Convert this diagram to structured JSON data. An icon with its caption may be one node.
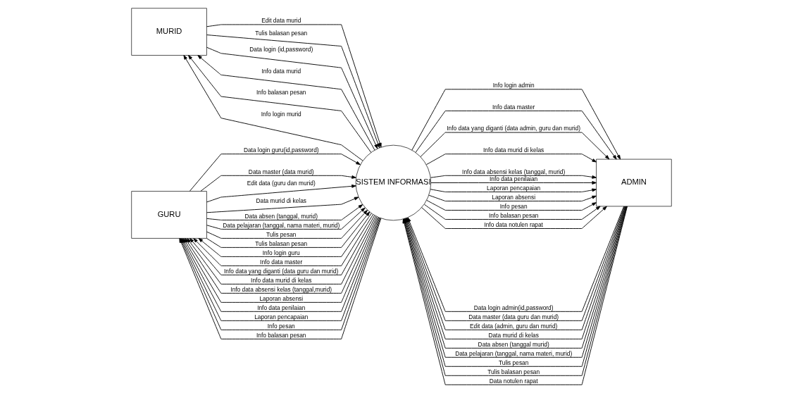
{
  "diagram": {
    "nodes": [
      {
        "text": [
          "MURID"
        ]
      },
      {
        "text": [
          "GURU"
        ]
      },
      {
        "text": [
          "SISTEM INFORMASI"
        ]
      },
      {
        "text": [
          "ADMIN"
        ]
      }
    ],
    "edges": [
      {
        "from": 0,
        "to": 2,
        "arrow": "to",
        "label": "Edit data murid"
      },
      {
        "from": 0,
        "to": 2,
        "arrow": "to",
        "label": "Tulis balasan pesan"
      },
      {
        "from": 0,
        "to": 2,
        "arrow": "to",
        "label": "Data login (id,password)"
      },
      {
        "from": 2,
        "to": 0,
        "arrow": "to",
        "label": "Info data murid"
      },
      {
        "from": 2,
        "to": 0,
        "arrow": "to",
        "label": "Info balasan pesan"
      },
      {
        "from": 2,
        "to": 0,
        "arrow": "to",
        "label": "Info login murid"
      },
      {
        "from": 1,
        "to": 2,
        "arrow": "to",
        "label": "Data login guru(id,password)"
      },
      {
        "from": 1,
        "to": 2,
        "arrow": "to",
        "label": "Data master (data murid)"
      },
      {
        "from": 1,
        "to": 2,
        "arrow": "to",
        "label": "Edit data (guru dan murid)"
      },
      {
        "from": 1,
        "to": 2,
        "arrow": "to",
        "label": "Data murid di kelas"
      },
      {
        "from": 1,
        "to": 2,
        "arrow": "to",
        "label": "Data absen (tanggal, murid)"
      },
      {
        "from": 1,
        "to": 2,
        "arrow": "to",
        "label": "Data pelajaran (tanggal, nama materi, murid)"
      },
      {
        "from": 1,
        "to": 2,
        "arrow": "to",
        "label": "Tulis pesan"
      },
      {
        "from": 1,
        "to": 2,
        "arrow": "to",
        "label": "Tulis balasan pesan"
      },
      {
        "from": 3,
        "to": 2,
        "arrow": "to",
        "label": "Data login admin(id,password)"
      },
      {
        "from": 3,
        "to": 2,
        "arrow": "to",
        "label": "Data master (data guru dan murid)"
      },
      {
        "from": 3,
        "to": 2,
        "arrow": "to",
        "label": "Edit data (admin, guru dan murid)"
      },
      {
        "from": 3,
        "to": 2,
        "arrow": "to",
        "label": "Data murid di kelas"
      },
      {
        "from": 3,
        "to": 2,
        "arrow": "to",
        "label": "Data absen (tanggal murid)"
      },
      {
        "from": 3,
        "to": 2,
        "arrow": "to",
        "label": "Data pelajaran (tanggal, nama materi, murid)"
      },
      {
        "from": 3,
        "to": 2,
        "arrow": "to",
        "label": "Tulis pesan"
      },
      {
        "from": 3,
        "to": 2,
        "arrow": "to",
        "label": "Tulis balasan pesan"
      },
      {
        "from": 3,
        "to": 2,
        "arrow": "to",
        "label": "Data notulen rapat"
      },
      {
        "from": 2,
        "to": 1,
        "arrow": "to",
        "label": "Info login guru"
      },
      {
        "from": 2,
        "to": 1,
        "arrow": "to",
        "label": "Info data master"
      },
      {
        "from": 2,
        "to": 1,
        "arrow": "to",
        "label": "Info data yang diganti (data guru dan murid)"
      },
      {
        "from": 2,
        "to": 1,
        "arrow": "to",
        "label": "Info data murid di kelas"
      },
      {
        "from": 2,
        "to": 1,
        "arrow": "to",
        "label": "Info data absensi kelas (tanggal,murid)"
      },
      {
        "from": 2,
        "to": 1,
        "arrow": "to",
        "label": "Laporan absensi"
      },
      {
        "from": 2,
        "to": 1,
        "arrow": "to",
        "label": "Info data penilaian"
      },
      {
        "from": 2,
        "to": 1,
        "arrow": "to",
        "label": "Laporan pencapaian"
      },
      {
        "from": 2,
        "to": 1,
        "arrow": "to",
        "label": "Info pesan"
      },
      {
        "from": 2,
        "to": 1,
        "arrow": "to",
        "label": "Info balasan pesan"
      },
      {
        "from": 2,
        "to": 3,
        "arrow": "to",
        "label": "Info login admin"
      },
      {
        "from": 2,
        "to": 3,
        "arrow": "to",
        "label": "Info data master"
      },
      {
        "from": 2,
        "to": 3,
        "arrow": "to",
        "label": "Info data yang diganti (data admin, guru dan murid)"
      },
      {
        "from": 2,
        "to": 3,
        "arrow": "to",
        "label": "Info data murid di kelas"
      },
      {
        "from": 2,
        "to": 3,
        "arrow": "to",
        "label": "Info data absensi kelas (tanggal, murid)"
      },
      {
        "from": 2,
        "to": 3,
        "arrow": "to",
        "label": "Info data penilaian"
      },
      {
        "from": 2,
        "to": 3,
        "arrow": "to",
        "label": "Laporan pencapaian"
      },
      {
        "from": 2,
        "to": 3,
        "arrow": "to",
        "label": "Laporan absensi"
      },
      {
        "from": 2,
        "to": 3,
        "arrow": "to",
        "label": "Info pesan"
      },
      {
        "from": 2,
        "to": 3,
        "arrow": "to",
        "label": "Info balasan pesan"
      },
      {
        "from": 2,
        "to": 3,
        "arrow": "to",
        "label": "Info data notulen rapat"
      }
    ]
  }
}
